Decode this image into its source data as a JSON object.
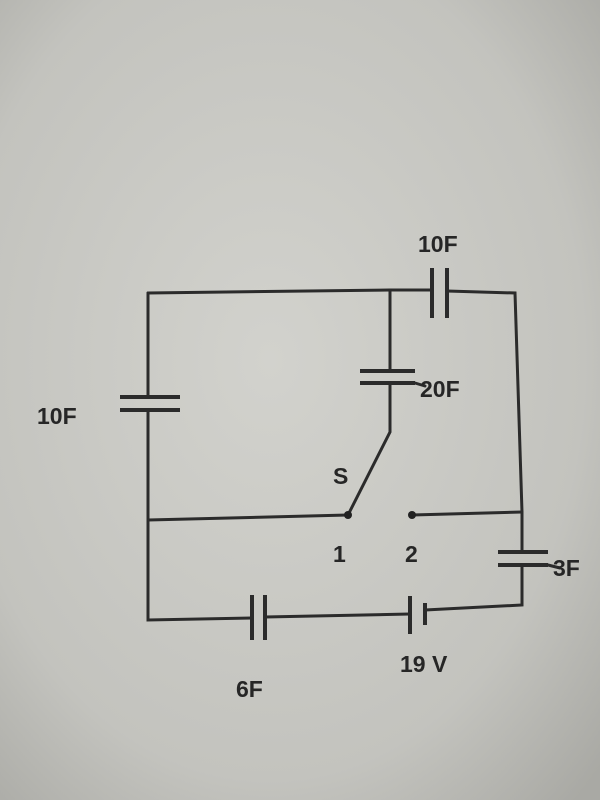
{
  "circuit": {
    "labels": {
      "top_capacitor": "10F",
      "middle_capacitor": "20F",
      "left_capacitor": "10F",
      "switch": "S",
      "terminal_1": "1",
      "terminal_2": "2",
      "right_capacitor": "3F",
      "bottom_capacitor": "6F",
      "battery": "19 V"
    },
    "colors": {
      "ink": "#2b2b2b",
      "paper": "#c4c4bf"
    }
  }
}
